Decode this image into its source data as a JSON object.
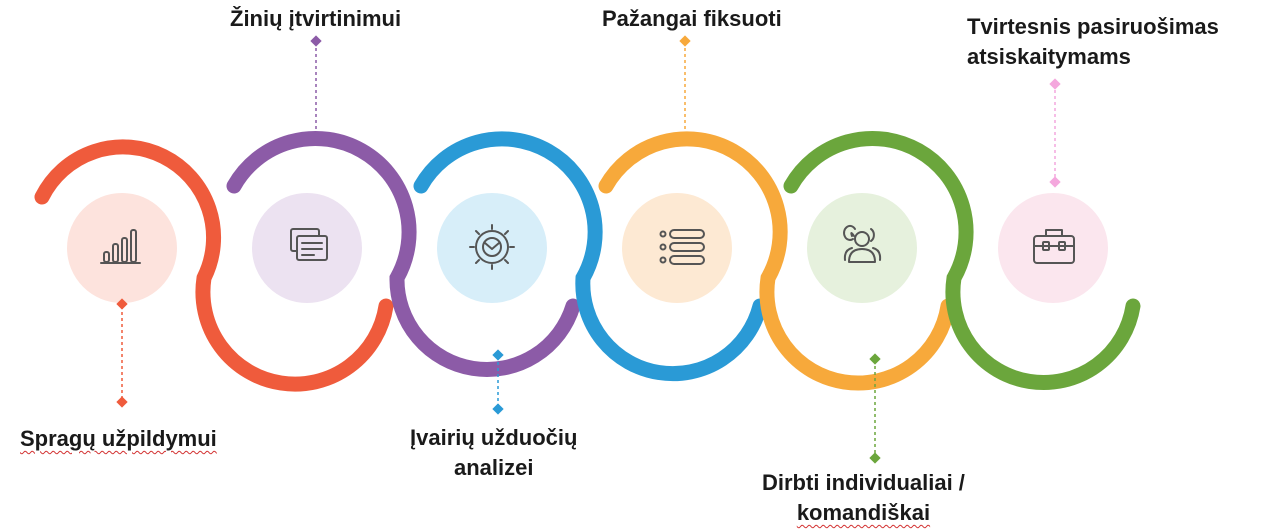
{
  "steps": [
    {
      "label_lines": [
        "Spragų užpildymui"
      ],
      "color": "#ef5b3c",
      "circle_color": "#fde3dd",
      "icon": "bar-chart-icon"
    },
    {
      "label_lines": [
        "Žinių įtvirtinimui"
      ],
      "color": "#8c5ba7",
      "circle_color": "#ece2f1",
      "icon": "documents-icon"
    },
    {
      "label_lines": [
        "Įvairių  užduočių",
        "analizei"
      ],
      "color": "#2a9ad6",
      "circle_color": "#d7eef9",
      "icon": "gear-icon"
    },
    {
      "label_lines": [
        "Pažangai fiksuoti"
      ],
      "color": "#f7a93b",
      "circle_color": "#fde9d3",
      "icon": "list-icon"
    },
    {
      "label_lines": [
        "Dirbti individualiai /",
        "komandiškai"
      ],
      "color": "#6ba63c",
      "circle_color": "#e6f1dd",
      "icon": "people-icon"
    },
    {
      "label_lines": [
        "Tvirtesnis pasiruošimas",
        "atsiskaitymams"
      ],
      "color": "#f4a7dd",
      "circle_color": "#fbe6ee",
      "icon": "briefcase-icon"
    }
  ]
}
